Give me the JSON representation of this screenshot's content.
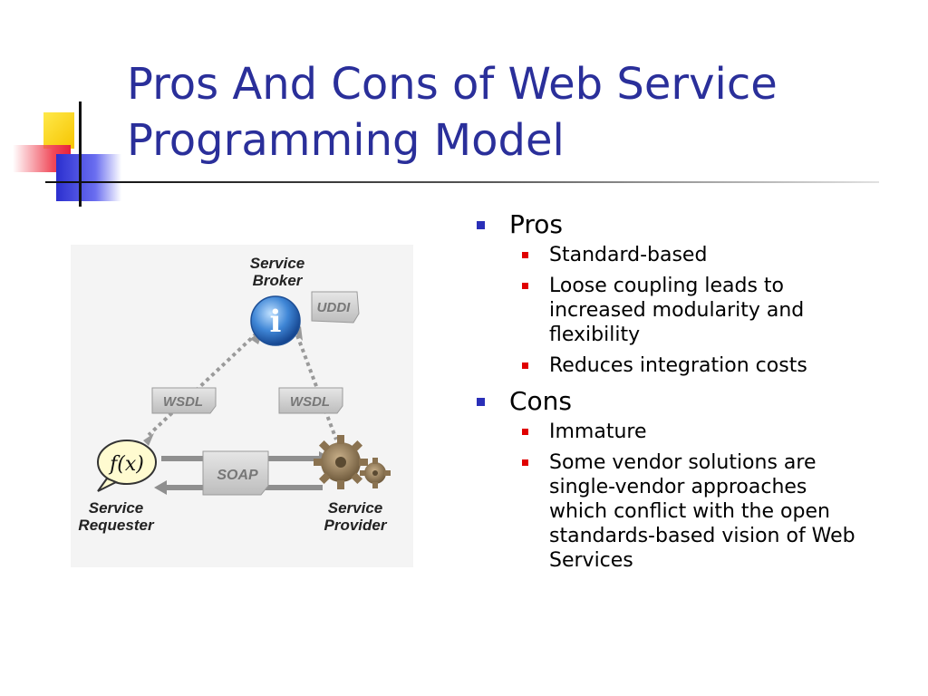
{
  "slide": {
    "title": "Pros And Cons of Web Service Programming Model"
  },
  "diagram": {
    "broker_label_1": "Service",
    "broker_label_2": "Broker",
    "uddi": "UDDI",
    "wsdl_left": "WSDL",
    "wsdl_right": "WSDL",
    "soap": "SOAP",
    "requester_label_1": "Service",
    "requester_label_2": "Requester",
    "provider_label_1": "Service",
    "provider_label_2": "Provider",
    "fx": "f(x)",
    "info": "i"
  },
  "bullets": [
    {
      "label": "Pros",
      "items": [
        "Standard-based",
        "Loose coupling leads to increased modularity and flexibility",
        "Reduces integration costs"
      ]
    },
    {
      "label": "Cons",
      "items": [
        "Immature",
        "Some vendor solutions are single-vendor approaches which conflict with the open standards-based vision of Web Services"
      ]
    }
  ],
  "colors": {
    "title": "#2a2f9a",
    "level1_bullet": "#2a2fb8",
    "level2_bullet": "#e00000"
  }
}
